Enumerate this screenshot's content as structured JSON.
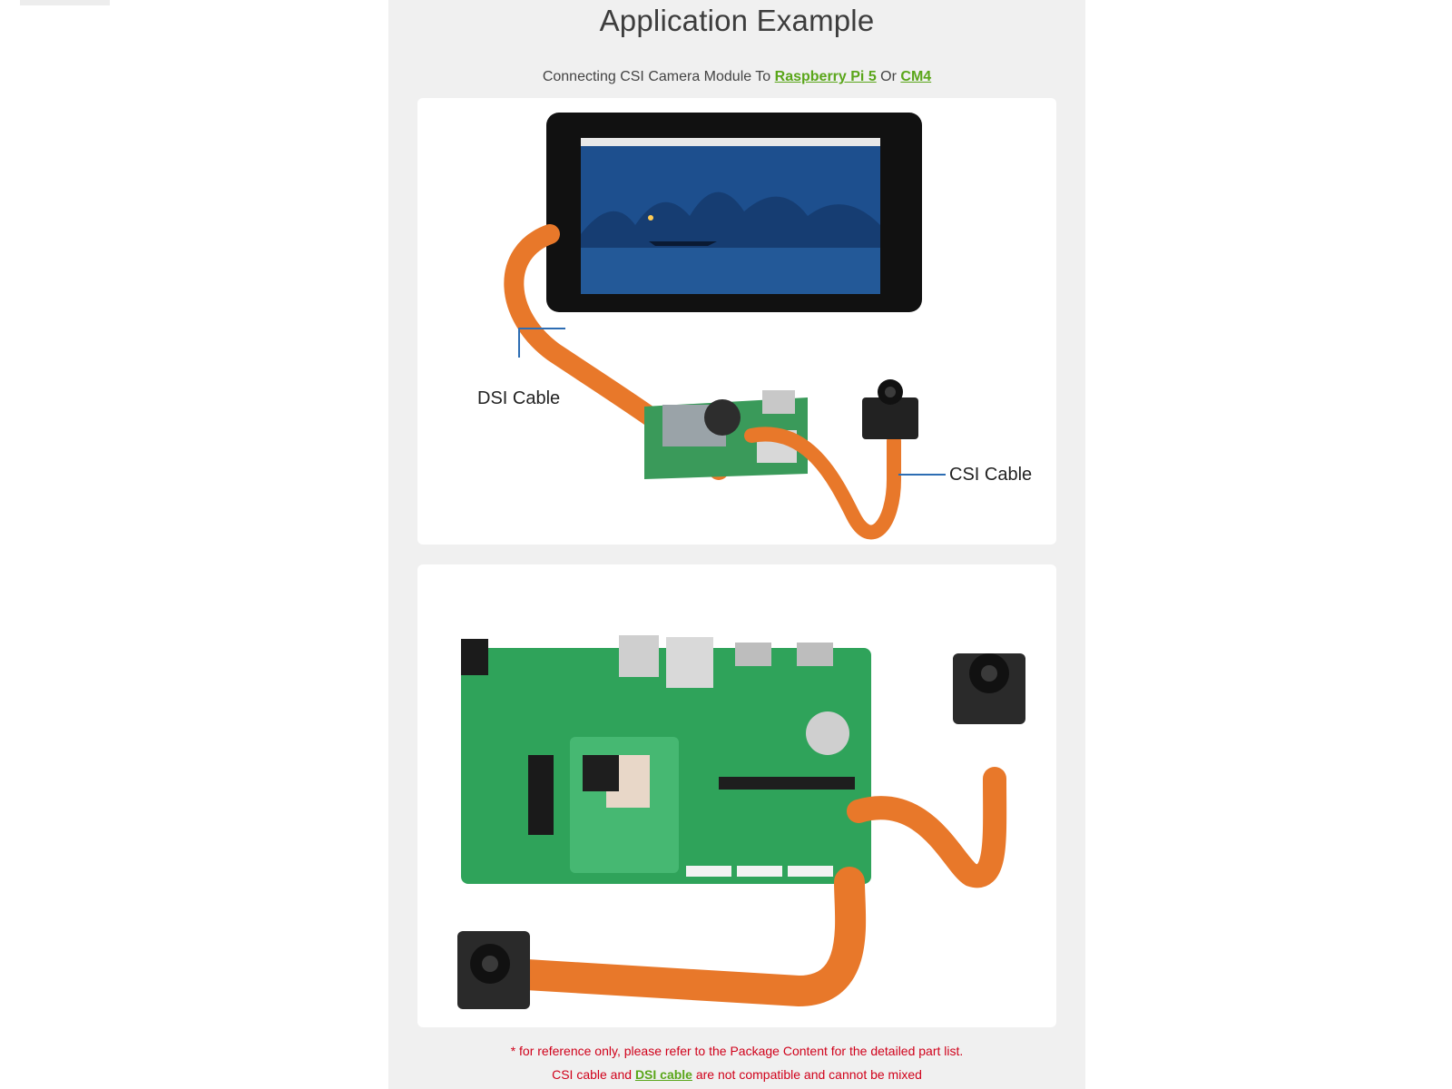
{
  "page": {
    "title": "Application Example"
  },
  "subtitle": {
    "prefix": "Connecting CSI Camera Module To ",
    "link1": "Raspberry Pi 5",
    "middle": " Or ",
    "link2": "CM4"
  },
  "figure1": {
    "label_dsi": "DSI Cable",
    "label_csi": "CSI Cable"
  },
  "footnotes": {
    "line1": "* for reference only, please refer to the Package Content for the detailed part list.",
    "line2_prefix": "CSI cable and ",
    "line2_link": "DSI cable",
    "line2_suffix": " are not compatible and cannot be mixed"
  },
  "colors": {
    "link": "#5aa61a",
    "note": "#d0021b",
    "panel": "#f0f0f0",
    "cable": "#e8782a",
    "board": "#2fa35a"
  }
}
